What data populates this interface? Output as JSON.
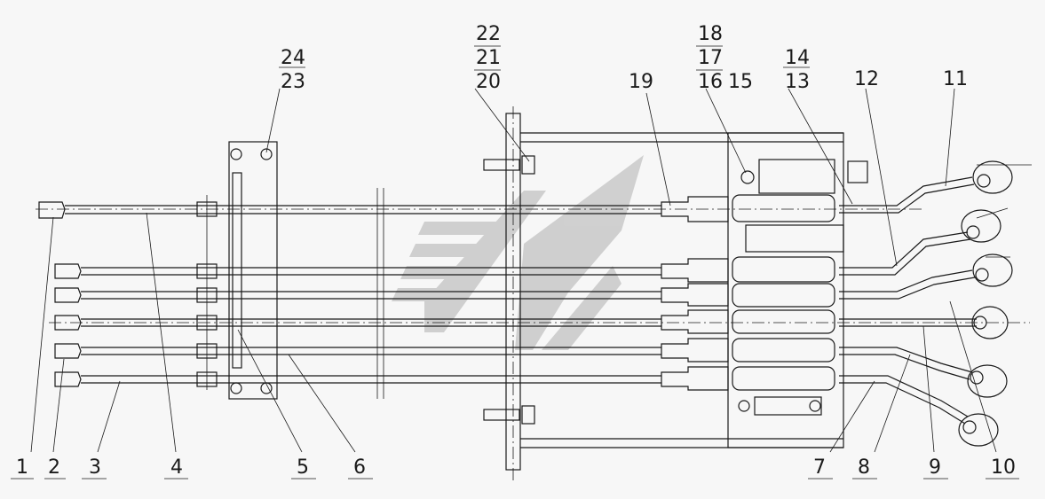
{
  "diagram": {
    "colors": {
      "line": "#1a1a1a",
      "background": "#f7f7f7",
      "watermark": "#c9c9c9"
    },
    "callouts": {
      "c1": "1",
      "c2": "2",
      "c3": "3",
      "c4": "4",
      "c5": "5",
      "c6": "6",
      "c7": "7",
      "c8": "8",
      "c9": "9",
      "c10": "10",
      "c11": "11",
      "c12": "12",
      "c13": "13",
      "c14": "14",
      "c15": "15",
      "c16": "16",
      "c17": "17",
      "c18": "18",
      "c19": "19",
      "c20": "20",
      "c21": "21",
      "c22": "22",
      "c23": "23",
      "c24": "24"
    }
  }
}
